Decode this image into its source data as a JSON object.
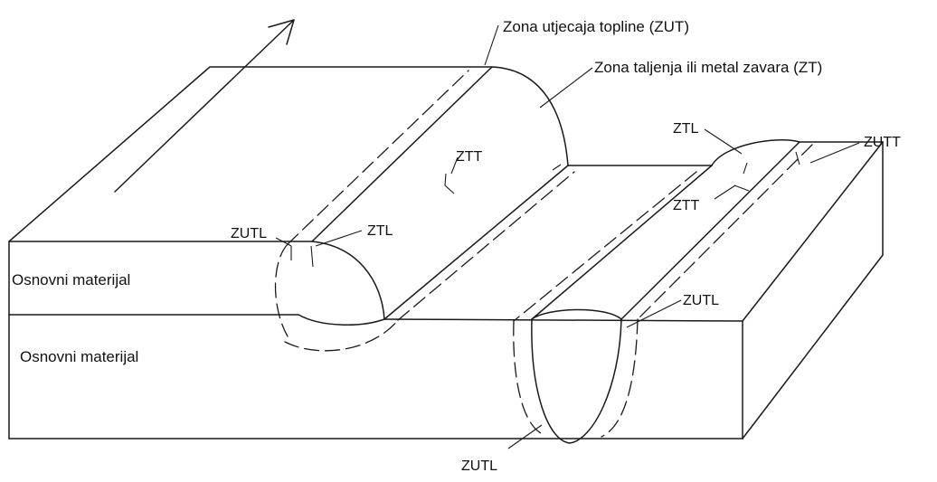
{
  "labels": {
    "zut": "Zona utjecaja topline (ZUT)",
    "zt": "Zona taljenja ili metal zavara (ZT)",
    "ztt_top": "ZTT",
    "ztl_right": "ZTL",
    "zutt": "ZUTT",
    "ztt_right": "ZTT",
    "zutl_left": "ZUTL",
    "ztl_left": "ZTL",
    "base_top": "Osnovni materijal",
    "base_bottom": "Osnovni materijal",
    "zutl_right": "ZUTL",
    "zutl_bottom": "ZUTL"
  }
}
